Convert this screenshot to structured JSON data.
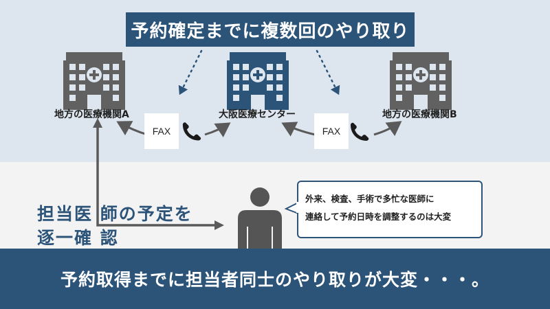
{
  "title": "予約確定までに複数回のやり取り",
  "hospitals": {
    "left": {
      "label": "地方の医療機関A",
      "icon": "building-icon"
    },
    "center": {
      "label": "大阪医療センター",
      "icon": "building-icon"
    },
    "right": {
      "label": "地方の医療機関B",
      "icon": "building-icon"
    }
  },
  "fax": {
    "left": "FAX",
    "right": "FAX",
    "icon": "phone-icon"
  },
  "side_text": {
    "line1": "担当医 師の予定を",
    "line2": "逐一確 認"
  },
  "bubble": {
    "line1": "外来、検査、手術で多忙な医師に",
    "line2": "連絡して予約日時を調整するのは大変"
  },
  "footer": "予約取得までに担当者同士のやり取りが大変・・・。",
  "colors": {
    "navy": "#2c5479",
    "gray_building": "#616161",
    "top_band": "#dde5ee",
    "arrow": "#5a5a5a"
  }
}
